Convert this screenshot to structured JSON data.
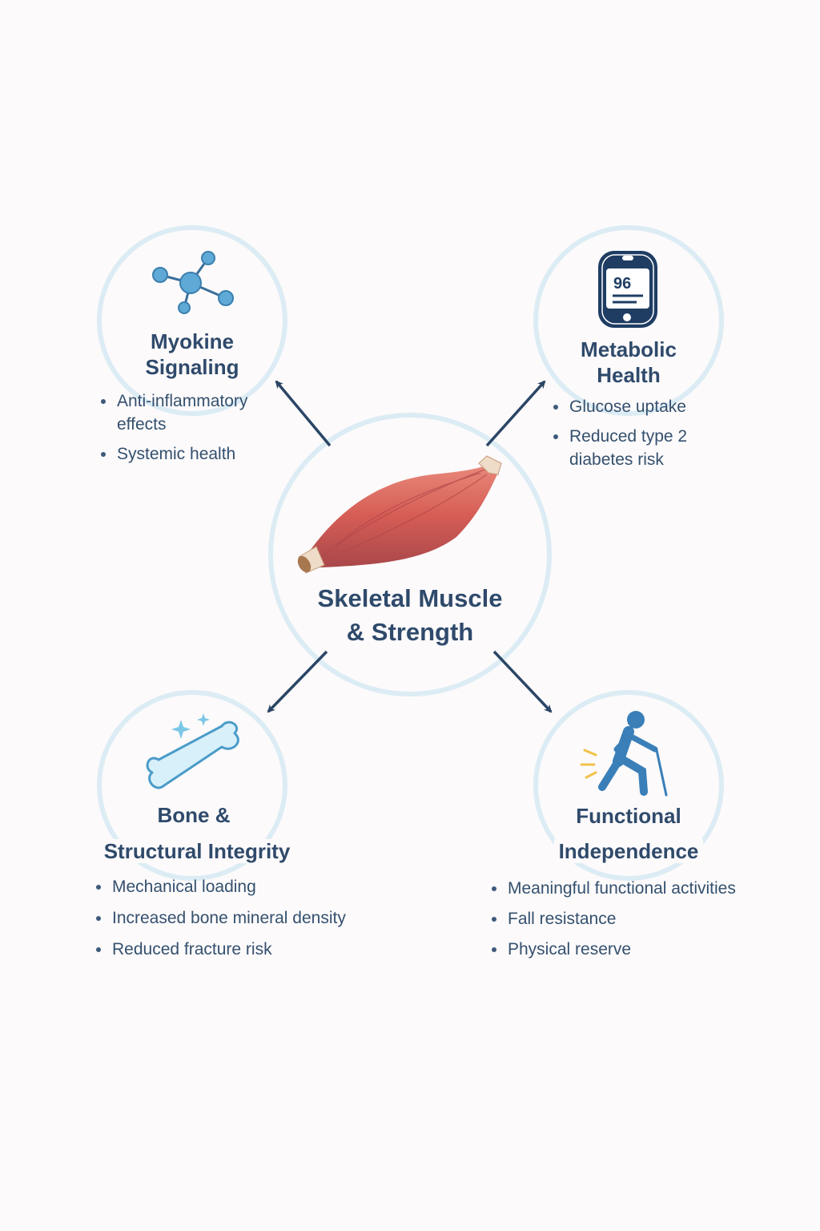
{
  "center": {
    "title_line1": "Skeletal Muscle",
    "title_line2": "& Strength",
    "icon": "muscle-icon"
  },
  "nodes": [
    {
      "title_line1": "Myokine",
      "title_line2": "Signaling",
      "icon": "molecule-icon",
      "items": [
        "Anti-inflammatory",
        "effects",
        "Systemic health"
      ]
    },
    {
      "title_line1": "Metabolic",
      "title_line2": "Health",
      "icon": "glucose-meter-icon",
      "meter_value": "96",
      "items": [
        "Glucose uptake",
        "Reduced type 2",
        "diabetes risk"
      ]
    },
    {
      "title_line1": "Bone &",
      "title_line2": "Structural Integrity",
      "icon": "bone-icon",
      "items": [
        "Mechanical loading",
        "Increased bone mineral density",
        "Reduced fracture risk"
      ]
    },
    {
      "title_line1": "Functional",
      "title_line2": "Independence",
      "icon": "walking-with-cane-icon",
      "items": [
        "Meaningful functional activities",
        "Fall resistance",
        "Physical reserve"
      ]
    }
  ],
  "colors": {
    "ring": "#dcecf4",
    "arrow": "#2b4565",
    "text": "#2f4a6b",
    "muscle": "#d9625a"
  }
}
